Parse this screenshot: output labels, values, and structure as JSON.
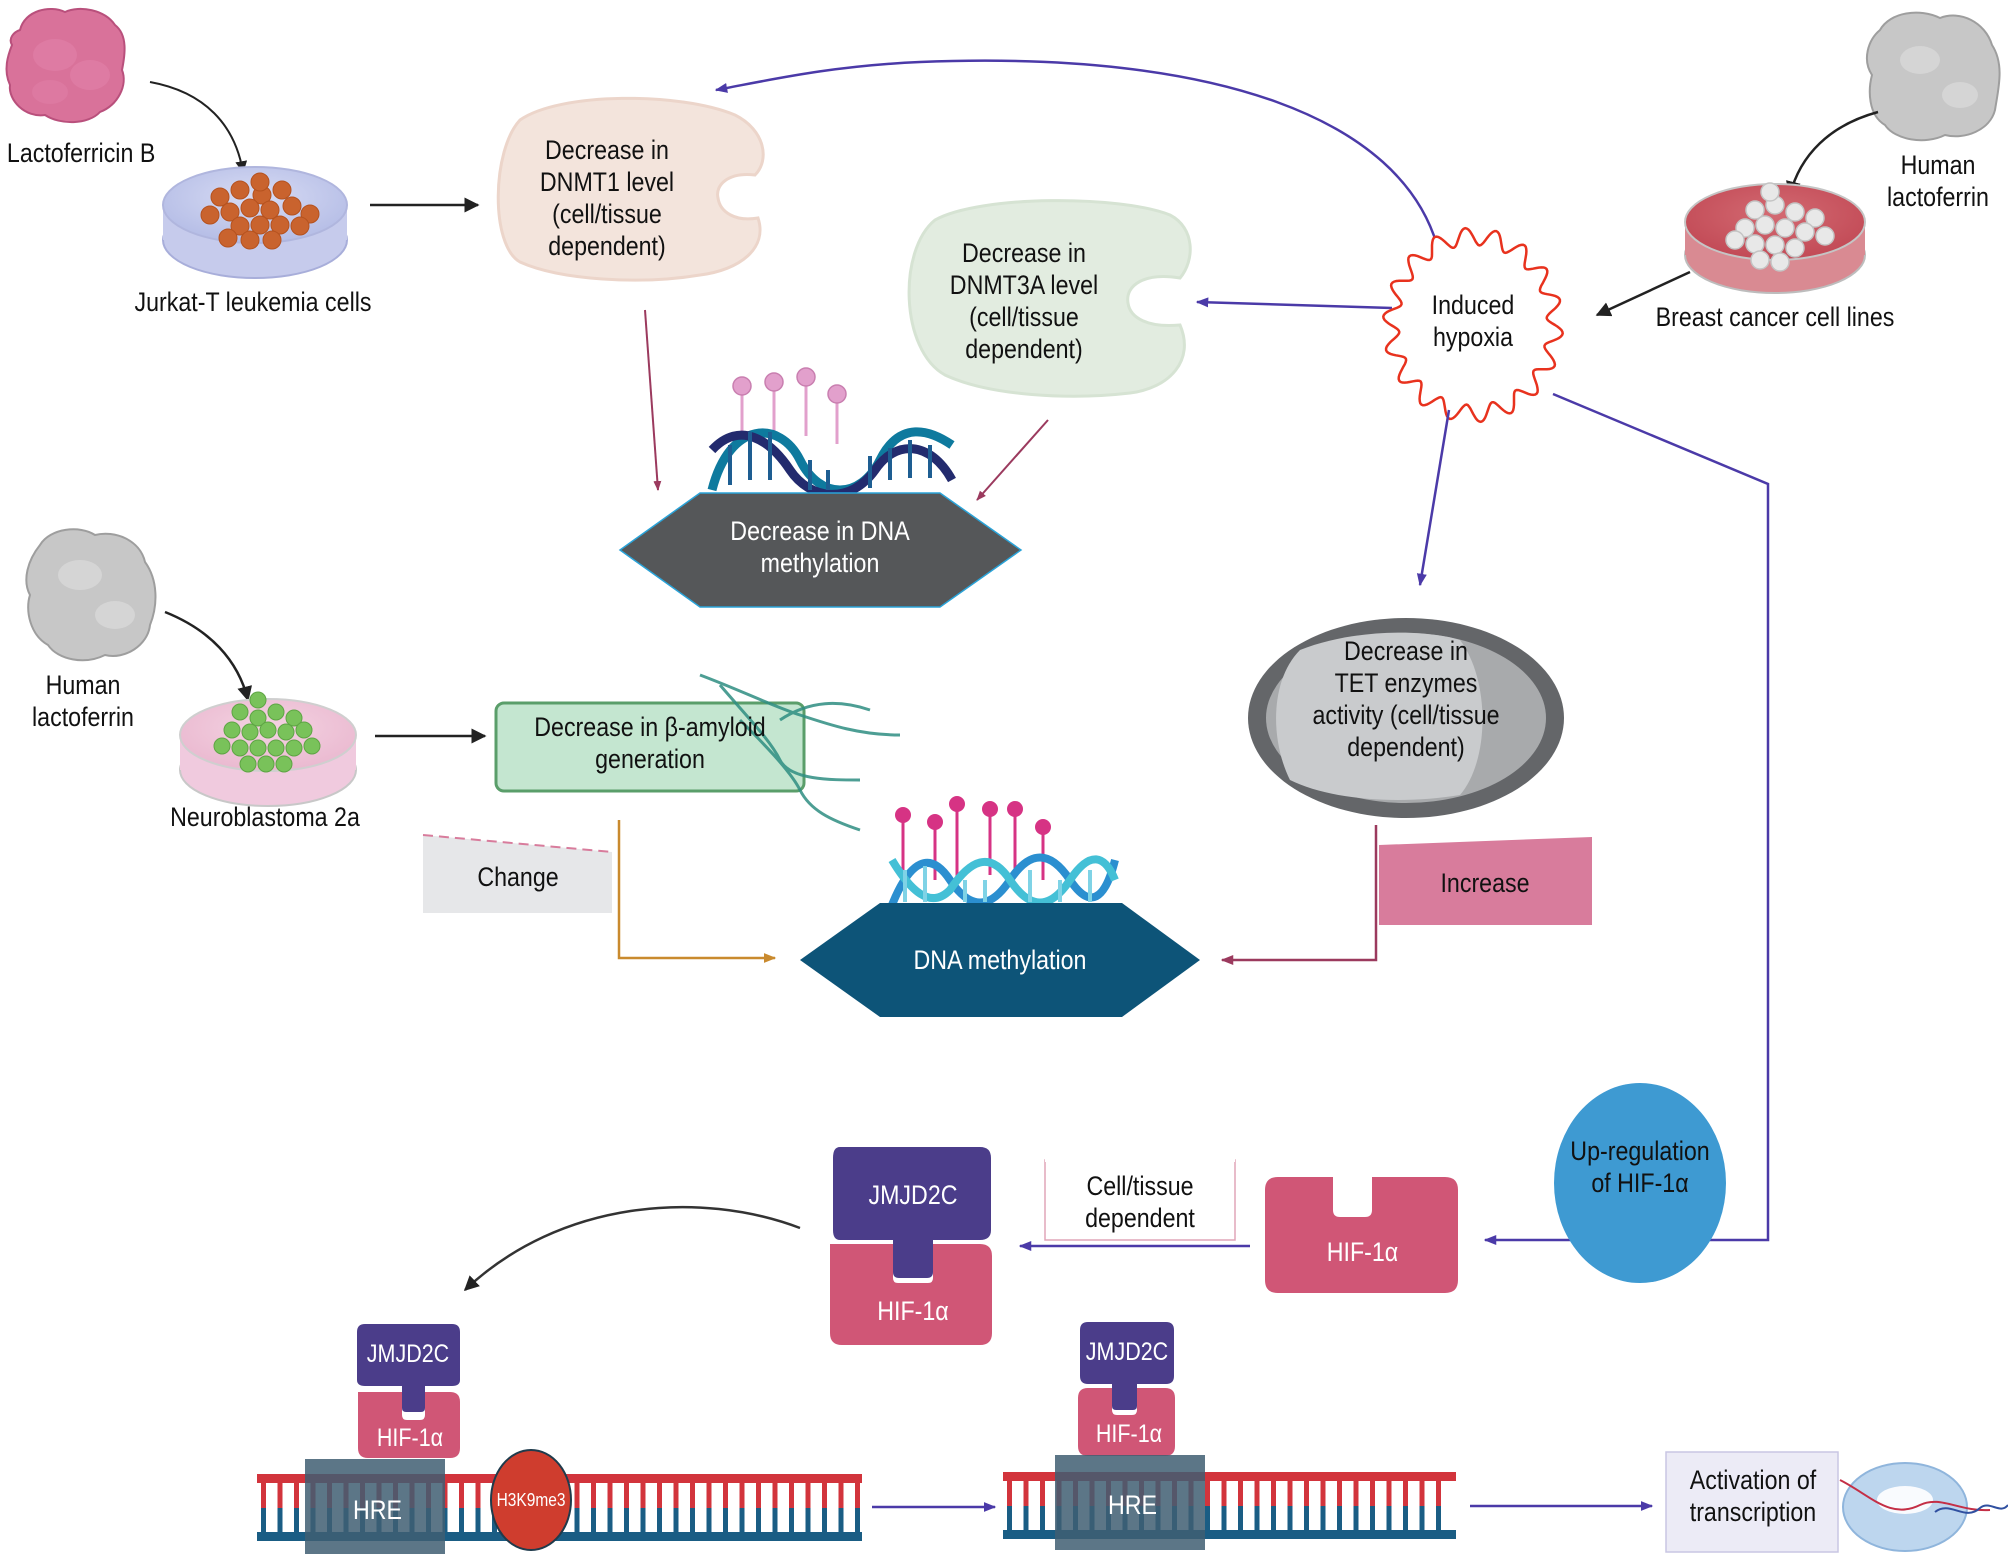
{
  "sources": {
    "lactoferricin_b": "Lactoferricin B",
    "jurkat_cells": "Jurkat-T leukemia cells",
    "human_lactoferrin_right": [
      "Human",
      "lactoferrin"
    ],
    "breast_cancer_cells": "Breast cancer cell lines",
    "human_lactoferrin_left": [
      "Human",
      "lactoferrin"
    ],
    "neuroblastoma": "Neuroblastoma 2a"
  },
  "nodes": {
    "dnmt1": [
      "Decrease in",
      "DNMT1 level",
      "(cell/tissue",
      "dependent)"
    ],
    "dnmt3a": [
      "Decrease in",
      "DNMT3A level",
      "(cell/tissue",
      "dependent)"
    ],
    "hypoxia": [
      "Induced",
      "hypoxia"
    ],
    "decrease_dna_methylation": [
      "Decrease in DNA",
      "methylation"
    ],
    "beta_amyloid": [
      "Decrease in β-amyloid",
      "generation"
    ],
    "change": "Change",
    "dna_methylation": "DNA methylation",
    "tet": [
      "Decrease in",
      "TET enzymes",
      "activity (cell/tissue",
      "dependent)"
    ],
    "increase": "Increase",
    "upregulation": [
      "Up-regulation",
      "of HIF-1α"
    ],
    "hif_free": "HIF-1α",
    "cell_tissue": [
      "Cell/tissue",
      "dependent"
    ],
    "complex_jmjd2c": "JMJD2C",
    "complex_hif": "HIF-1α",
    "bound_left_jmjd2c": "JMJD2C",
    "bound_left_hif": "HIF-1α",
    "bound_left_hre": "HRE",
    "histone_mark": "H3K9me3",
    "bound_right_jmjd2c": "JMJD2C",
    "bound_right_hif": "HIF-1α",
    "bound_right_hre": "HRE",
    "activation": [
      "Activation of",
      "transcription"
    ]
  },
  "colors": {
    "arrow_purple": "#4b3aa8",
    "arrow_maroon": "#9b3a5e",
    "arrow_orange": "#c98a2e",
    "hypoxia_red": "#e8321e",
    "dnmt1_fill": "#f3e4dc",
    "dnmt3a_fill": "#e2ece0",
    "hex_dark": "#555759",
    "hex_blue": "#0d5478",
    "amyloid_fill": "#c4e6d0",
    "amyloid_border": "#5a9e6a",
    "tet_outer": "#646669",
    "tet_inner": "#c9cbcd",
    "increase_fill": "#d87c9c",
    "change_fill": "#e6e7e9",
    "upreg_fill": "#3e9ad2",
    "hif_fill": "#d05676",
    "jmjd2c_fill": "#4b3d8a",
    "hre_fill": "#3f5e72",
    "h3k9_fill": "#cf3d2e",
    "dna_red": "#d2343c",
    "dna_blue": "#1a5d84"
  }
}
